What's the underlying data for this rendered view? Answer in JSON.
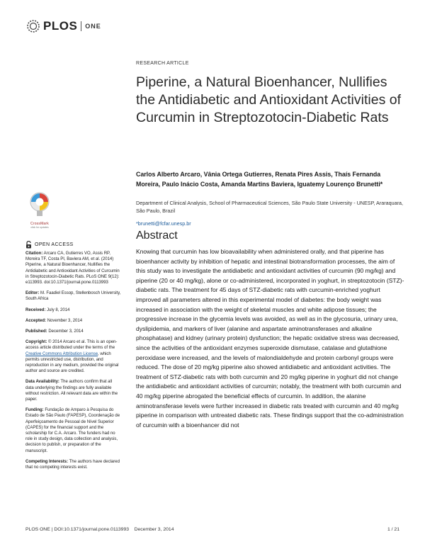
{
  "logo": {
    "plos": "PLOS",
    "one": "ONE"
  },
  "article_type": "RESEARCH ARTICLE",
  "title": "Piperine, a Natural Bioenhancer, Nullifies the Antidiabetic and Antioxidant Activities of Curcumin in Streptozotocin-Diabetic Rats",
  "authors": "Carlos Alberto Arcaro, Vânia Ortega Gutierres, Renata Pires Assis, Thaís Fernanda Moreira, Paulo Inácio Costa, Amanda Martins Baviera, Iguatemy Lourenço Brunetti*",
  "affiliation": "Department of Clinical Analysis, School of Pharmaceutical Sciences, São Paulo State University - UNESP, Araraquara, São Paulo, Brazil",
  "email": "*brunetti@fcfar.unesp.br",
  "crossmark": {
    "label": "CrossMark",
    "sub": "click for updates"
  },
  "open_access": "OPEN ACCESS",
  "sidebar": {
    "citation_label": "Citation:",
    "citation_text": "Arcaro CA, Gutierres VO, Assis RP, Moreira TF, Costa PI, Baviera AM, et al. (2014) Piperine, a Natural Bioenhancer, Nullifies the Antidiabetic and Antioxidant Activities of Curcumin in Streptozotocin-Diabetic Rats. PLoS ONE 9(12): e113993. doi:10.1371/journal.pone.0113993",
    "editor_label": "Editor:",
    "editor_text": "M. Faadiel Essop, Stellenbosch University, South Africa",
    "received_label": "Received:",
    "received_text": "July 8, 2014",
    "accepted_label": "Accepted:",
    "accepted_text": "November 3, 2014",
    "published_label": "Published:",
    "published_text": "December 3, 2014",
    "copyright_label": "Copyright:",
    "copyright_text_1": "© 2014 Arcaro et al. This is an open-access article distributed under the terms of the",
    "copyright_link": "Creative Commons Attribution License",
    "copyright_text_2": ", which permits unrestricted use, distribution, and reproduction in any medium, provided the original author and source are credited.",
    "availability_label": "Data Availability:",
    "availability_text": "The authors confirm that all data underlying the findings are fully available without restriction. All relevant data are within the paper.",
    "funding_label": "Funding:",
    "funding_text": "Fundação de Amparo à Pesquisa do Estado de São Paulo (FAPESP), Coordenação de Aperfeiçoamento de Pessoal de Nível Superior (CAPES) for the financial support and the scholarship for C.A. Arcaro. The funders had no role in study design, data collection and analysis, decision to publish, or preparation of the manuscript.",
    "competing_label": "Competing Interests:",
    "competing_text": "The authors have declared that no competing interests exist."
  },
  "abstract_heading": "Abstract",
  "abstract_text": "Knowing that curcumin has low bioavailability when administered orally, and that piperine has bioenhancer activity by inhibition of hepatic and intestinal biotransformation processes, the aim of this study was to investigate the antidiabetic and antioxidant activities of curcumin (90 mg/kg) and piperine (20 or 40 mg/kg), alone or co-administered, incorporated in yoghurt, in streptozotocin (STZ)-diabetic rats. The treatment for 45 days of STZ-diabetic rats with curcumin-enriched yoghurt improved all parameters altered in this experimental model of diabetes: the body weight was increased in association with the weight of skeletal muscles and white adipose tissues; the progressive increase in the glycemia levels was avoided, as well as in the glycosuria, urinary urea, dyslipidemia, and markers of liver (alanine and aspartate aminotransferases and alkaline phosphatase) and kidney (urinary protein) dysfunction; the hepatic oxidative stress was decreased, since the activities of the antioxidant enzymes superoxide dismutase, catalase and glutathione peroxidase were increased, and the levels of malondialdehyde and protein carbonyl groups were reduced. The dose of 20 mg/kg piperine also showed antidiabetic and antioxidant activities. The treatment of STZ-diabetic rats with both curcumin and 20 mg/kg piperine in yoghurt did not change the antidiabetic and antioxidant activities of curcumin; notably, the treatment with both curcumin and 40 mg/kg piperine abrogated the beneficial effects of curcumin. In addition, the alanine aminotransferase levels were further increased in diabetic rats treated with curcumin and 40 mg/kg piperine in comparison with untreated diabetic rats. These findings support that the co-administration of curcumin with a bioenhancer did not",
  "footer": {
    "journal": "PLOS ONE",
    "doi": "DOI:10.1371/journal.pone.0113993",
    "date": "December 3, 2014",
    "page": "1 / 21"
  }
}
